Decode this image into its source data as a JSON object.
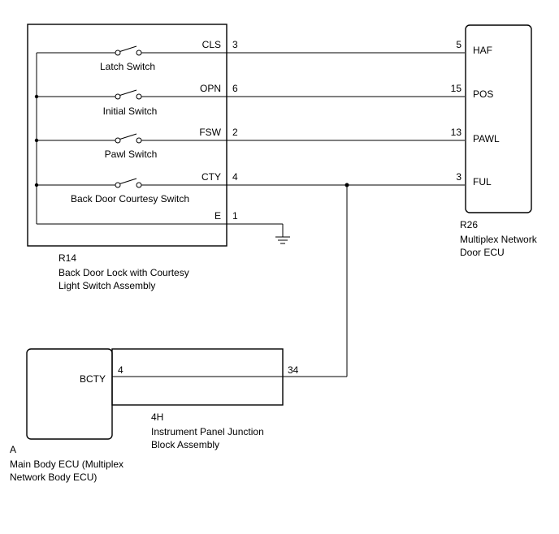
{
  "connectors": {
    "r14": {
      "code": "R14",
      "name_line1": "Back Door Lock with Courtesy",
      "name_line2": "Light Switch Assembly",
      "pins": [
        {
          "name": "CLS",
          "number": "3"
        },
        {
          "name": "OPN",
          "number": "6"
        },
        {
          "name": "FSW",
          "number": "2"
        },
        {
          "name": "CTY",
          "number": "4"
        },
        {
          "name": "E",
          "number": "1"
        }
      ],
      "switches": [
        "Latch Switch",
        "Initial Switch",
        "Pawl Switch",
        "Back Door Courtesy Switch"
      ]
    },
    "r26": {
      "code": "R26",
      "name_line1": "Multiplex Network",
      "name_line2": "Door ECU",
      "pins": [
        {
          "name": "HAF",
          "number": "5"
        },
        {
          "name": "POS",
          "number": "15"
        },
        {
          "name": "PAWL",
          "number": "13"
        },
        {
          "name": "FUL",
          "number": "3"
        }
      ]
    },
    "junction": {
      "code": "4H",
      "name_line1": "Instrument Panel Junction",
      "name_line2": "Block Assembly",
      "pin_in": "4",
      "pin_out": "34"
    },
    "main_ecu": {
      "code": "A",
      "name_line1": "Main Body ECU (Multiplex",
      "name_line2": "Network Body ECU)",
      "pin": "BCTY"
    }
  }
}
